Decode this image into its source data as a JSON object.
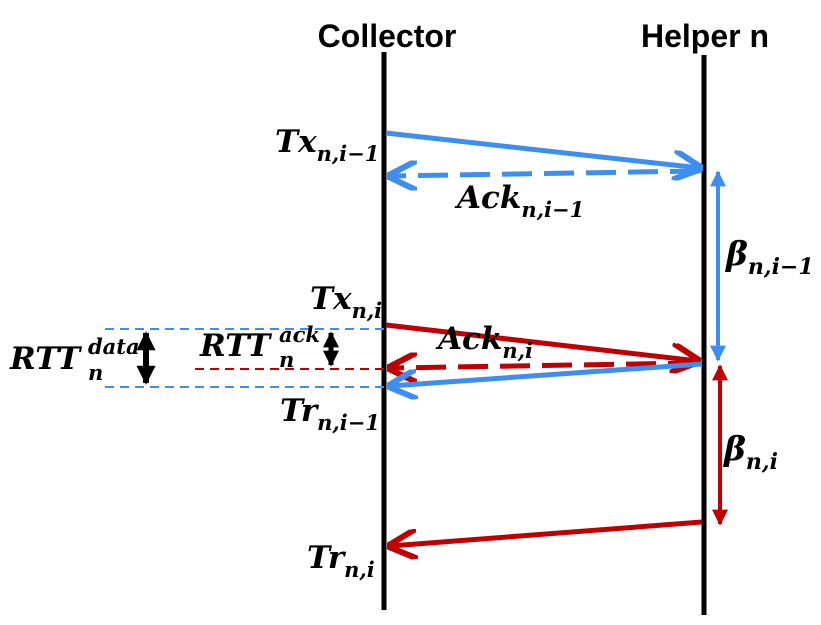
{
  "lanes": {
    "collector": "Collector",
    "helper": "Helper n"
  },
  "labels": {
    "tx_prev": {
      "base": "Tx",
      "sub": "n,i−1"
    },
    "ack_prev": {
      "base": "Ack",
      "sub": "n,i−1"
    },
    "tx_cur": {
      "base": "Tx",
      "sub": "n,i"
    },
    "ack_cur": {
      "base": "Ack",
      "sub": "n,i"
    },
    "tr_prev": {
      "base": "Tr",
      "sub": "n,i−1"
    },
    "tr_cur": {
      "base": "Tr",
      "sub": "n,i"
    },
    "beta_prev": {
      "base": "β",
      "sub": "n,i−1"
    },
    "beta_cur": {
      "base": "β",
      "sub": "n,i"
    },
    "rtt_data": {
      "base": "RTT",
      "sub": "n",
      "sup": "data"
    },
    "rtt_ack": {
      "base": "RTT",
      "sub": "n",
      "sup": "ack"
    }
  },
  "colors": {
    "blue": "#3d8ef0",
    "red": "#c00000",
    "black": "#000000"
  }
}
